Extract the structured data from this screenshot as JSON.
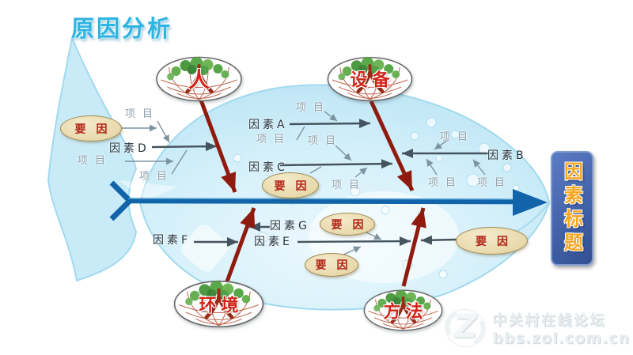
{
  "title": "原因分析",
  "labels": {
    "item": "项目",
    "cause": "要因"
  },
  "factors": [
    {
      "label": "因素A"
    },
    {
      "label": "因素B"
    },
    {
      "label": "因素C"
    },
    {
      "label": "因素D"
    },
    {
      "label": "因素E"
    },
    {
      "label": "因素F"
    },
    {
      "label": "因素G"
    }
  ],
  "categories": [
    {
      "id": "person",
      "label": "人"
    },
    {
      "id": "equipment",
      "label": "设备"
    },
    {
      "id": "environment",
      "label": "环境"
    },
    {
      "id": "method",
      "label": "方法"
    }
  ],
  "result_box": {
    "label": "因素标题"
  },
  "watermark": {
    "logo_letter": "Z",
    "site_name": "中关村在线论坛",
    "site_url": "bbs.zol.com.cn"
  },
  "colors": {
    "title": "#2fb3e0",
    "fish_body": "#d2effa",
    "spine_blue": "#1264aa",
    "bone_red": "#8e1b0e",
    "sub_line_gray": "#45535e",
    "cause_fill": "#e8d8a8",
    "cause_text": "#b32517",
    "category_text": "#d02518",
    "result_box_bg": "#3c5ca2",
    "result_box_text": "#f5a623"
  }
}
